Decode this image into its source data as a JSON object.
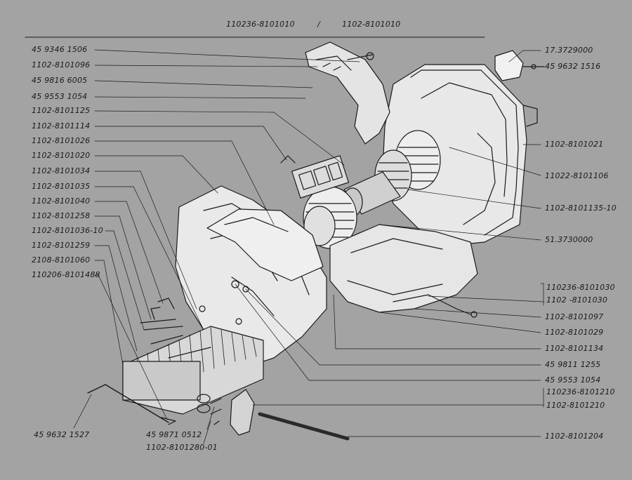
{
  "header": {
    "left": "110236-8101010",
    "separator": "/",
    "right": "1102-8101010"
  },
  "labels": {
    "l01": "45 9346 1506",
    "l02": "1102-8101096",
    "l03": "45 9816 6005",
    "l04": "45 9553 1054",
    "l05": "1102-8101125",
    "l06": "1102-8101114",
    "l07": "1102-8101026",
    "l08": "1102-8101020",
    "l09": "1102-8101034",
    "l10": "1102-8101035",
    "l11": "1102-8101040",
    "l12": "1102-8101258",
    "l13": "1102-8101036-10",
    "l14": "1102-8101259",
    "l15": "2108-8101060",
    "l16": "110206-8101488",
    "r01": "17.3729000",
    "r02": "45 9632 1516",
    "r03": "1102-8101021",
    "r04": "11022-8101106",
    "r05": "1102-8101135-10",
    "r06": "51.3730000",
    "r07a": "110236-8101030",
    "r07b": "1102   -8101030",
    "r08": "1102-8101097",
    "r09": "1102-8101029",
    "r10": "1102-8101134",
    "r11": "45 9811 1255",
    "r12": "45 9553 1054",
    "r13a": "110236-8101210",
    "r13b": "1102-8101210",
    "r14": "1102-8101204",
    "b01": "45 9632 1527",
    "b02": "45 9871 0512",
    "b03": "1102-8101280-01"
  },
  "colors": {
    "background": "#a3a3a3",
    "ink": "#1a1a1a",
    "paper": "#ececec"
  }
}
